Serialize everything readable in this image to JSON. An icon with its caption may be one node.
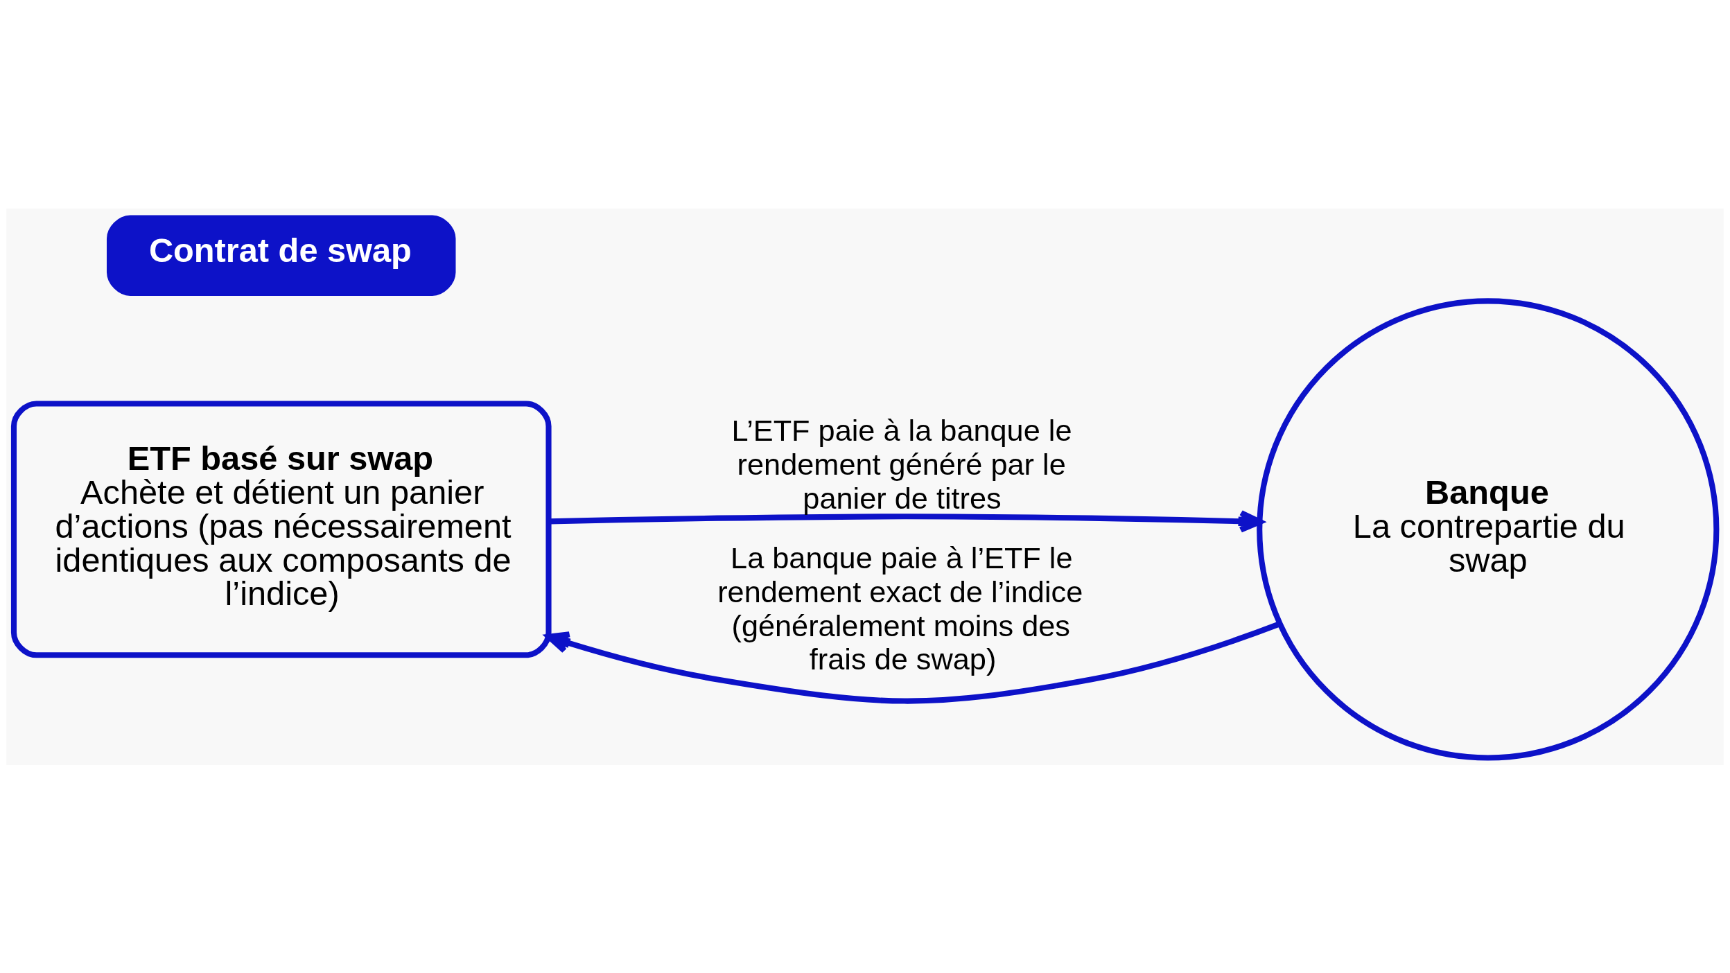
{
  "diagram": {
    "nodes": [
      {
        "text": [
          "ETF basé sur swap",
          "Achète et détient un panier d’actions (pas nécessairement identiques aux composants de l’indice)"
        ]
      },
      {
        "text": [
          "Banque",
          "La contrepartie du swap"
        ]
      },
      {
        "text": [
          "Contrat de swap"
        ]
      }
    ],
    "edges": [
      {
        "from": 0,
        "to": 1,
        "arrow": "to",
        "label": "L’ETF paie à la banque le rendement généré par le panier de titres"
      },
      {
        "from": 1,
        "to": 0,
        "arrow": "to",
        "label": "La banque paie à l’ETF le rendement exact de l’indice (généralement moins des frais de swap)"
      }
    ]
  }
}
